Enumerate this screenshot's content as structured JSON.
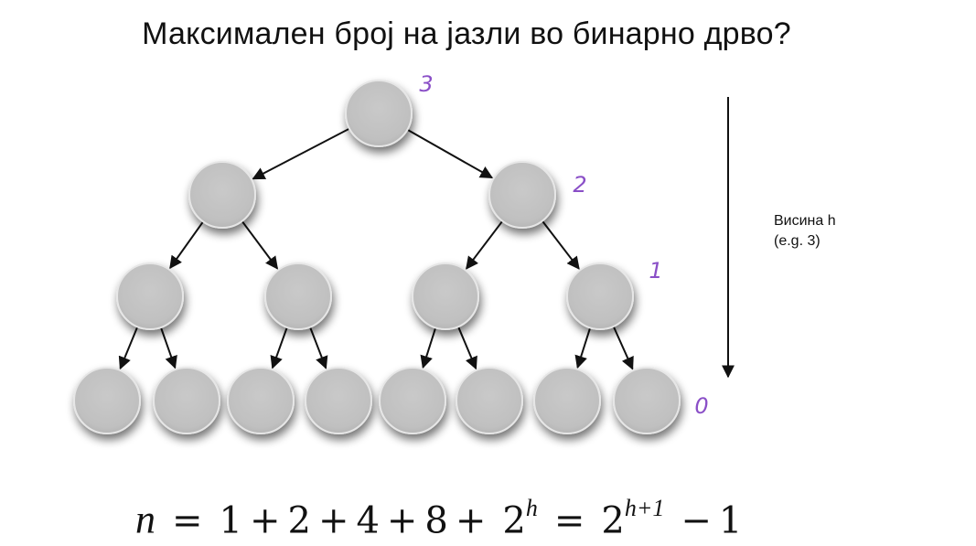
{
  "title": "Максимален број на јазли во бинарно дрво?",
  "height_annotation": {
    "line1": "Висина h",
    "line2": "(e.g. 3)"
  },
  "level_marks": [
    "3",
    "2",
    "1",
    "0"
  ],
  "tree": {
    "levels": 4,
    "node_color": "#c3c3c3",
    "edge_color": "#111111",
    "annotation_color": "#8a4fc7"
  },
  "formula": {
    "lhs": "n",
    "eq": "=",
    "terms": [
      "1",
      "+",
      "2",
      "+",
      "4",
      "+",
      "8",
      "+",
      "2"
    ],
    "term_exponent": "h",
    "eq2": "=",
    "result_base": "2",
    "result_exponent": "h+1",
    "minus": "−",
    "one": "1"
  }
}
